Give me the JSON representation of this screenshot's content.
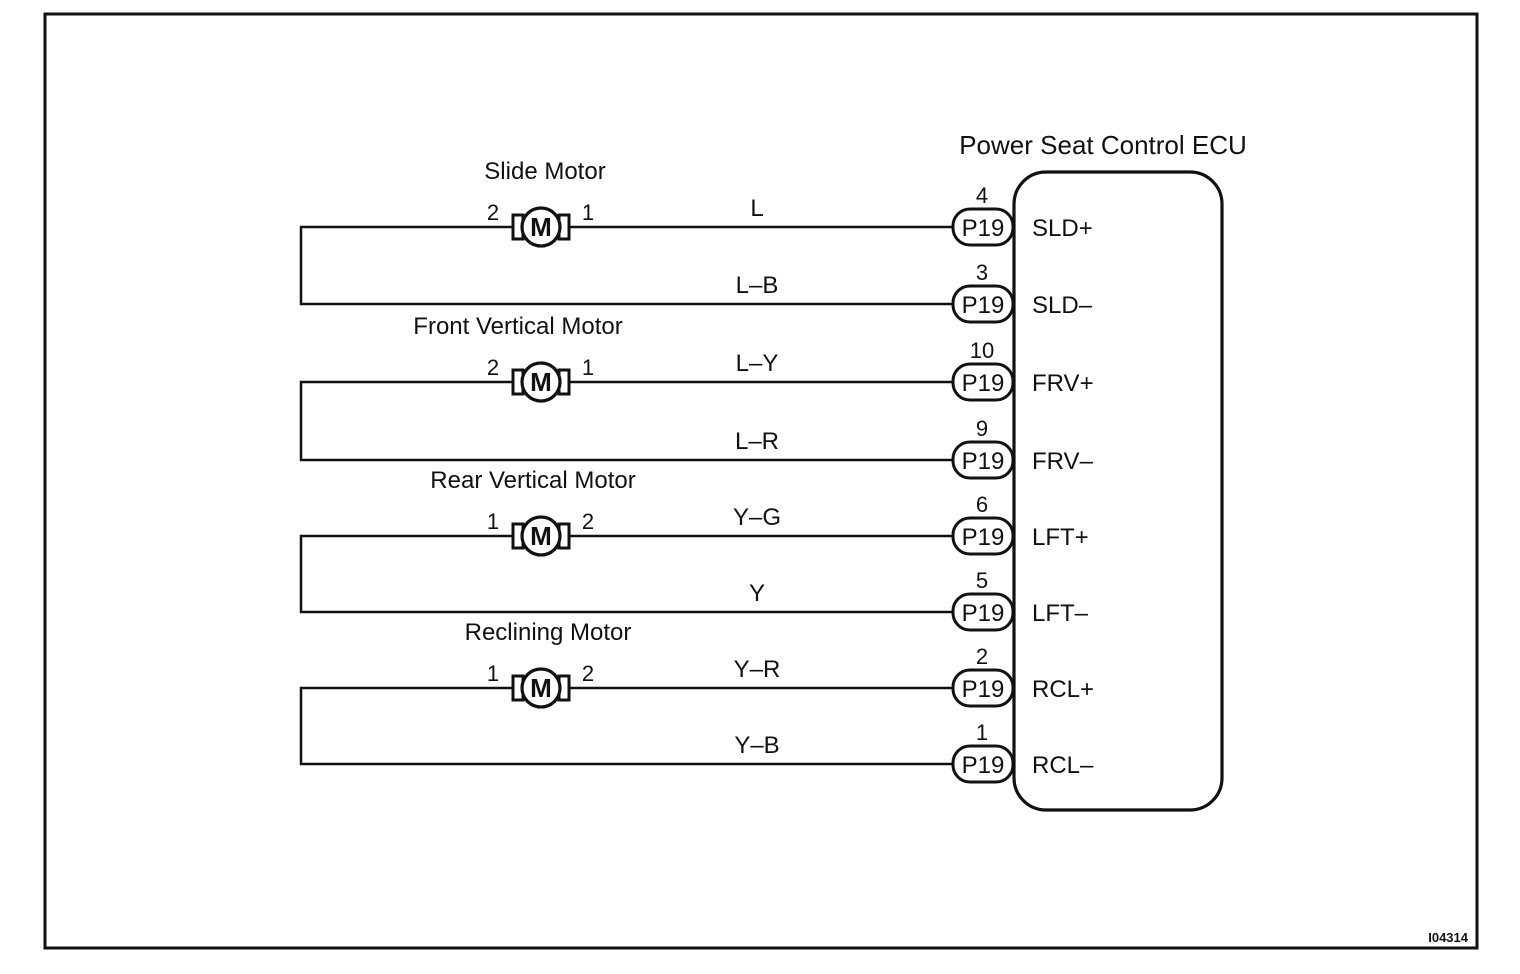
{
  "ecu": {
    "title": "Power Seat Control ECU",
    "connector": "P19"
  },
  "figure_code": "I04314",
  "motor_symbol": "M",
  "motors": [
    {
      "name": "Slide Motor",
      "left_terminal": "2",
      "right_terminal": "1",
      "wires": [
        {
          "color_code": "L",
          "ecu_pin": "4",
          "ecu_signal": "SLD+"
        },
        {
          "color_code": "L–B",
          "ecu_pin": "3",
          "ecu_signal": "SLD–"
        }
      ]
    },
    {
      "name": "Front Vertical Motor",
      "left_terminal": "2",
      "right_terminal": "1",
      "wires": [
        {
          "color_code": "L–Y",
          "ecu_pin": "10",
          "ecu_signal": "FRV+"
        },
        {
          "color_code": "L–R",
          "ecu_pin": "9",
          "ecu_signal": "FRV–"
        }
      ]
    },
    {
      "name": "Rear Vertical Motor",
      "left_terminal": "1",
      "right_terminal": "2",
      "wires": [
        {
          "color_code": "Y–G",
          "ecu_pin": "6",
          "ecu_signal": "LFT+"
        },
        {
          "color_code": "Y",
          "ecu_pin": "5",
          "ecu_signal": "LFT–"
        }
      ]
    },
    {
      "name": "Reclining Motor",
      "left_terminal": "1",
      "right_terminal": "2",
      "wires": [
        {
          "color_code": "Y–R",
          "ecu_pin": "2",
          "ecu_signal": "RCL+"
        },
        {
          "color_code": "Y–B",
          "ecu_pin": "1",
          "ecu_signal": "RCL–"
        }
      ]
    }
  ]
}
